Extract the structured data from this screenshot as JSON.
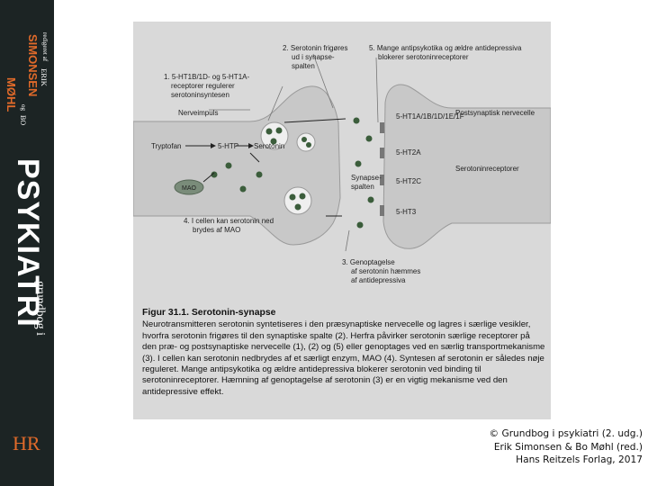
{
  "book_spine": {
    "editors_prefix": "redigeret af",
    "author1_first": "ERIK",
    "author1_last": "SIMONSEN",
    "connector": "og",
    "author2_first": "BO",
    "author2_last": "MØHL",
    "subtitle": "grundbog i",
    "title": "PSYKIATRI",
    "publisher_logo": "HR",
    "colors": {
      "background": "#1c2424",
      "text": "#ffffff",
      "accent": "#e06a2a"
    }
  },
  "figure": {
    "labels": {
      "l1a": "1. 5-HT1B/1D- og 5-HT1A-",
      "l1b": "receptorer regulerer",
      "l1c": "serotoninsyntesen",
      "l2a": "2. Serotonin frigøres",
      "l2b": "ud i synapse-",
      "l2c": "spalten",
      "l5a": "5. Mange antipsykotika og ældre antidepressiva",
      "l5b": "blokerer serotoninreceptorer",
      "nerve": "Nerveimpuls",
      "post": "Postsynaptisk nervecelle",
      "trypto": "Tryptofan",
      "htp": "5-HTP",
      "serotonin": "Serotonin",
      "mao": "MAO",
      "receptors": "Serotoninreceptorer",
      "r1": "5-HT1A/1B/1D/1E/1F",
      "r2": "5-HT2A",
      "r3": "5-HT2C",
      "r4": "5-HT3",
      "syn1": "Synapse-",
      "syn2": "spalten",
      "l4a": "4. I cellen kan serotonin ned",
      "l4b": "brydes af MAO",
      "l3a": "3. Genoptagelse",
      "l3b": "af serotonin hæmmes",
      "l3c": "af antidepressiva"
    },
    "caption_title": "Figur 31.1. Serotonin-synapse",
    "caption_body": "Neurotransmitteren serotonin syntetiseres i den præsynaptiske nervecelle og lagres i særlige vesikler, hvorfra serotonin frigøres til den synaptiske spalte (2). Herfra påvirker serotonin særlige receptorer på den præ- og postsynaptiske nervecelle (1), (2) og (5) eller genoptages ved en særlig transportmekanisme (3). I cellen kan serotonin nedbrydes af et særligt enzym, MAO (4). Syntesen af serotonin er således nøje reguleret. Mange antipsykotika og ældre antidepressiva blokerer serotonin ved binding til serotoninreceptorer. Hæmning af genoptagelse af serotonin (3) er en vigtig mekanisme ved den antidepressive effekt."
  },
  "credit": {
    "line1": "© Grundbog i psykiatri (2. udg.)",
    "line2": "Erik Simonsen & Bo Møhl (red.)",
    "line3": "Hans Reitzels Forlag, 2017"
  }
}
